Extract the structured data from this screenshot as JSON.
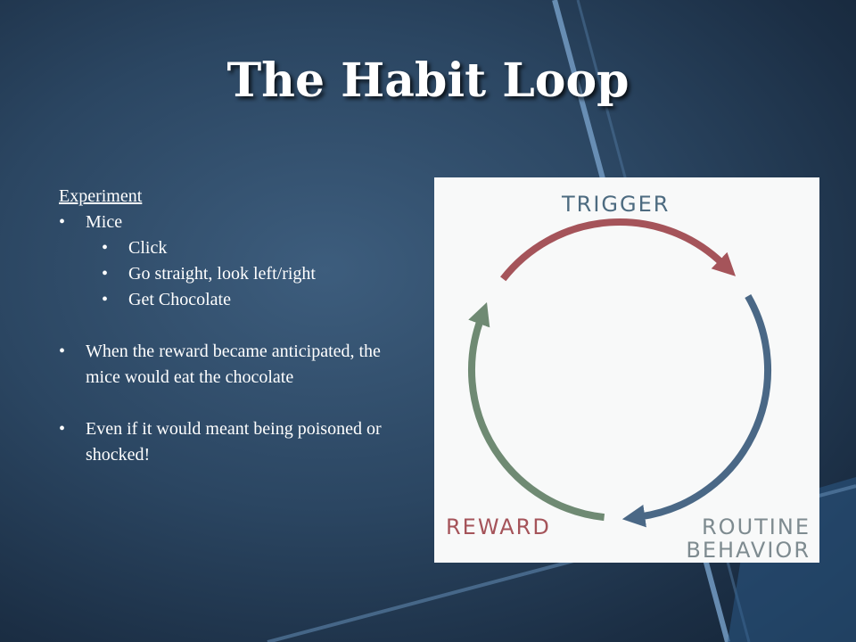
{
  "slide": {
    "title": "The Habit Loop",
    "heading": "Experiment",
    "bullet_char": "•",
    "bullets": {
      "mice": "Mice",
      "click": "Click",
      "go_straight": "Go straight, look left/right",
      "get_chocolate": "Get Chocolate",
      "reward_anticipated": "When the reward became anticipated, the mice would eat the chocolate",
      "poisoned": "Even if it would meant being poisoned or shocked!"
    }
  },
  "diagram": {
    "labels": {
      "trigger": "TRIGGER",
      "reward": "REWARD",
      "routine_line1": "ROUTINE",
      "routine_line2": "BEHAVIOR"
    },
    "colors": {
      "trigger_arc": "#a5545a",
      "routine_arc": "#4a6886",
      "reward_arc": "#6f8a73",
      "background": "#f8f9f9"
    }
  }
}
